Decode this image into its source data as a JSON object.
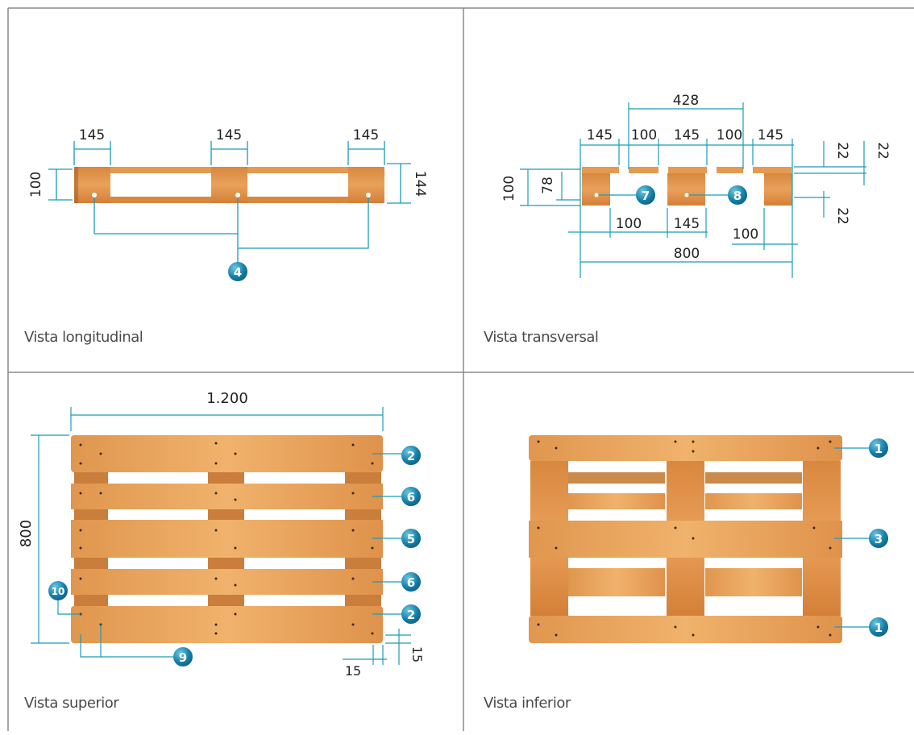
{
  "panels": {
    "longitudinal": {
      "caption": "Vista longitudinal",
      "dims": {
        "a": "145",
        "b": "145",
        "c": "145",
        "h1": "100",
        "h2": "144"
      },
      "callout": "4"
    },
    "transversal": {
      "caption": "Vista transversal",
      "dims": {
        "top": "428",
        "d1": "145",
        "d2": "100",
        "d3": "145",
        "d4": "100",
        "d5": "145",
        "h100": "100",
        "h78": "78",
        "r22a": "22",
        "r22b": "22",
        "r22c": "22",
        "b100": "100",
        "b145": "145",
        "b100r": "100",
        "total": "800"
      },
      "callouts": [
        "7",
        "8"
      ]
    },
    "superior": {
      "caption": "Vista superior",
      "dims": {
        "width": "1.200",
        "height": "800",
        "c15a": "15",
        "c15b": "15"
      },
      "callouts": [
        "2",
        "6",
        "5",
        "6",
        "2",
        "10",
        "9"
      ]
    },
    "inferior": {
      "caption": "Vista inferior",
      "callouts": [
        "1",
        "3",
        "1"
      ]
    }
  },
  "colors": {
    "wood": "#e8a25a",
    "wood_dark": "#c9793a",
    "dim_line": "#1a9cb8",
    "badge": "#1580a8",
    "grid": "#888888"
  }
}
